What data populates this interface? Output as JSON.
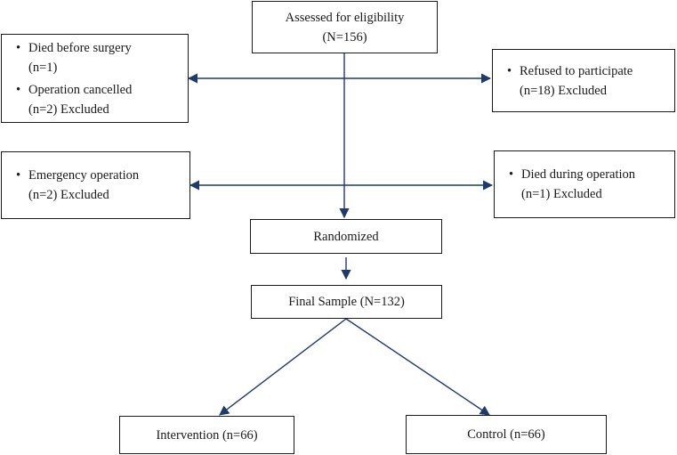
{
  "assessed": {
    "title": "Assessed for eligibility",
    "count": "(N=156)"
  },
  "left_top": {
    "items": [
      {
        "line1": "Died before surgery",
        "line2": "(n=1)"
      },
      {
        "line1": "Operation cancelled",
        "line2": "(n=2) Excluded"
      }
    ]
  },
  "right_top": {
    "line1": "Refused to participate",
    "line2": "(n=18) Excluded"
  },
  "left_mid": {
    "line1": "Emergency operation",
    "line2": "(n=2) Excluded"
  },
  "right_mid": {
    "line1": "Died during operation",
    "line2": "(n=1) Excluded"
  },
  "randomized": {
    "label": "Randomized"
  },
  "final_sample": {
    "label": "Final Sample (N=132)"
  },
  "intervention": {
    "label": "Intervention (n=66)"
  },
  "control": {
    "label": "Control (n=66)"
  },
  "bullet_char": "•",
  "colors": {
    "arrow": "#1f3a6d",
    "border": "#1a1a1a"
  }
}
